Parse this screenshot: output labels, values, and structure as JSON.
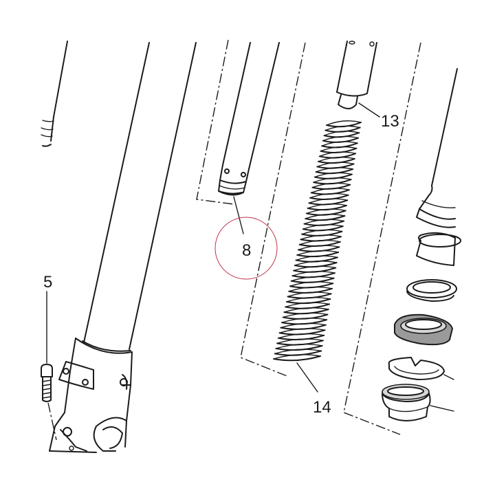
{
  "callouts": {
    "c5": "5",
    "c8": "8",
    "c13": "13",
    "c14": "14"
  },
  "highlight_color": "#c0304a",
  "line_color": "#1a1a1a"
}
